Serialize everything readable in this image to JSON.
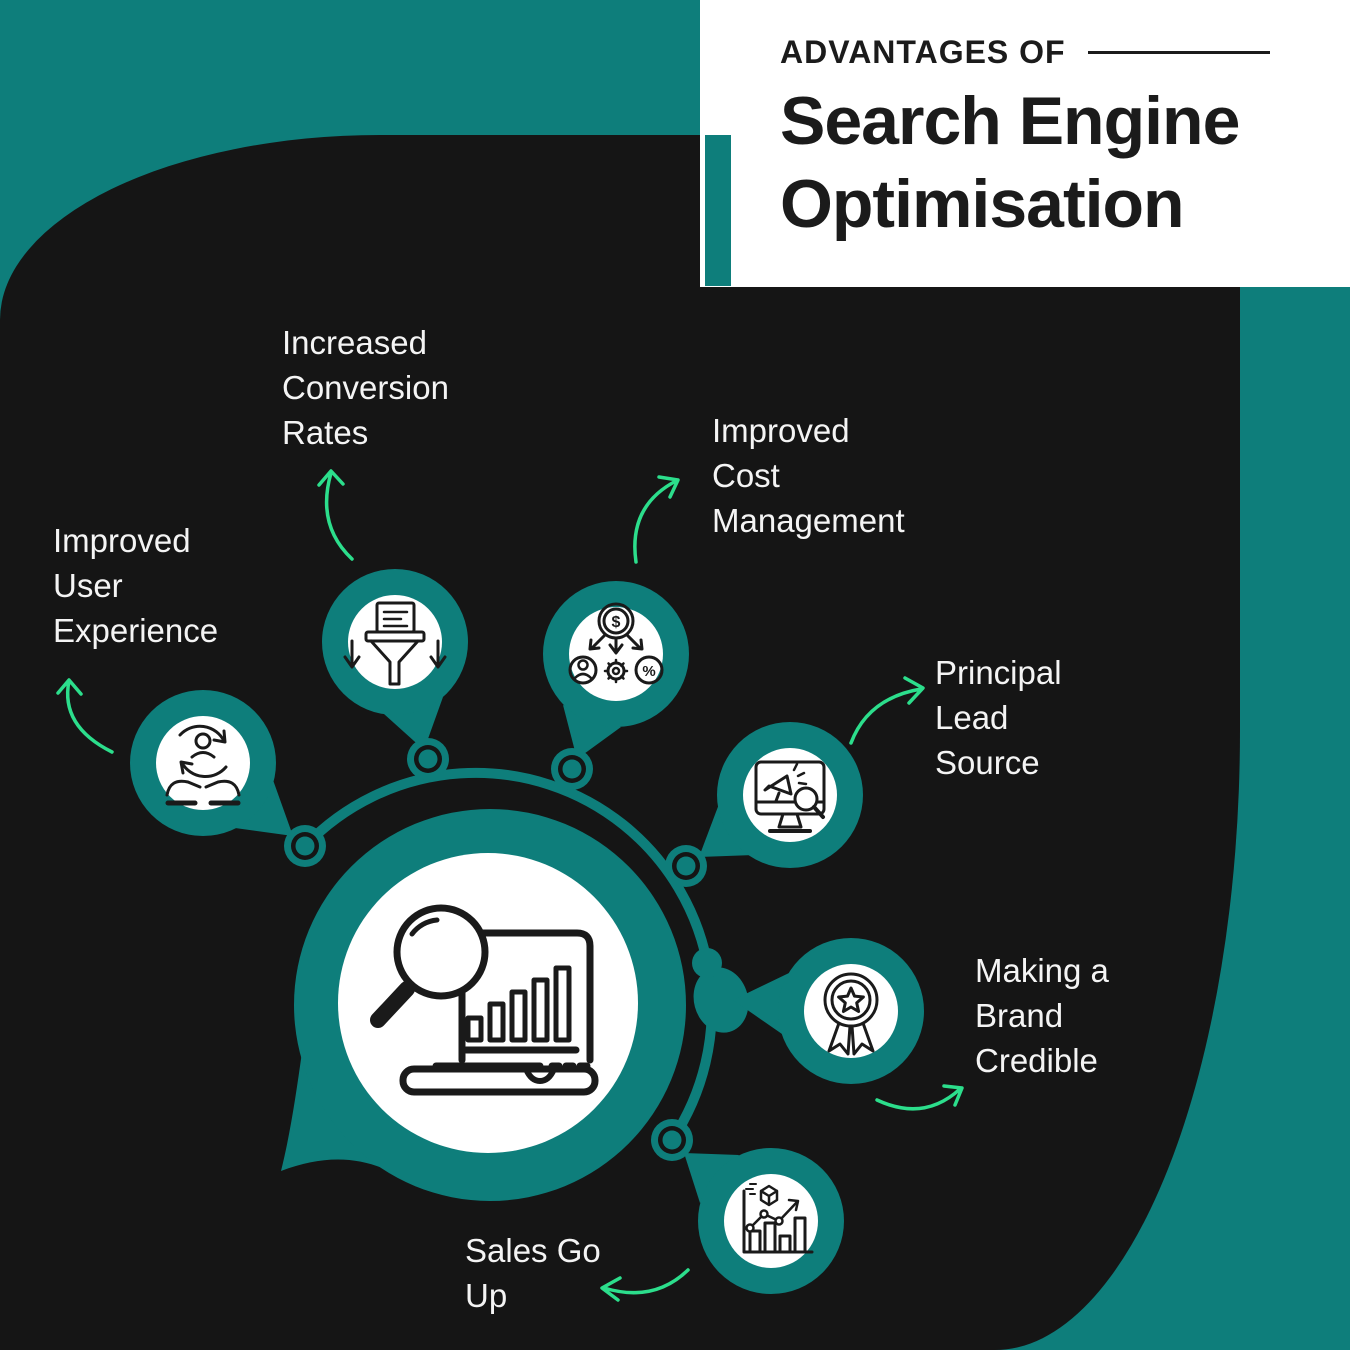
{
  "colors": {
    "teal": "#0E7E7B",
    "background_dark": "#151515",
    "arrow_green": "#2CDE8C",
    "panel_white": "#FFFFFF",
    "ink": "#1B1B1B",
    "label_white": "#F4F4F4"
  },
  "header": {
    "kicker": "ADVANTAGES OF",
    "title_lines": [
      "Search Engine",
      "Optimisation"
    ]
  },
  "center_bubble": {
    "icon": "laptop-analytics-magnifier-icon"
  },
  "advantages": [
    {
      "label": "Improved User Experience",
      "lines": [
        "Improved",
        "User",
        "Experience"
      ],
      "icon": "hands-holding-user-icon"
    },
    {
      "label": "Increased Conversion Rates",
      "lines": [
        "Increased",
        "Conversion",
        "Rates"
      ],
      "icon": "document-funnel-icon"
    },
    {
      "label": "Improved Cost Management",
      "lines": [
        "Improved",
        "Cost",
        "Management"
      ],
      "icon": "dollar-allocation-icon"
    },
    {
      "label": "Principal Lead Source",
      "lines": [
        "Principal",
        "Lead",
        "Source"
      ],
      "icon": "monitor-megaphone-search-icon"
    },
    {
      "label": "Making a Brand Credible",
      "lines": [
        "Making a",
        "Brand",
        "Credible"
      ],
      "icon": "award-ribbon-icon"
    },
    {
      "label": "Sales Go Up",
      "lines": [
        "Sales Go",
        "Up"
      ],
      "icon": "growth-chart-cube-icon"
    }
  ]
}
